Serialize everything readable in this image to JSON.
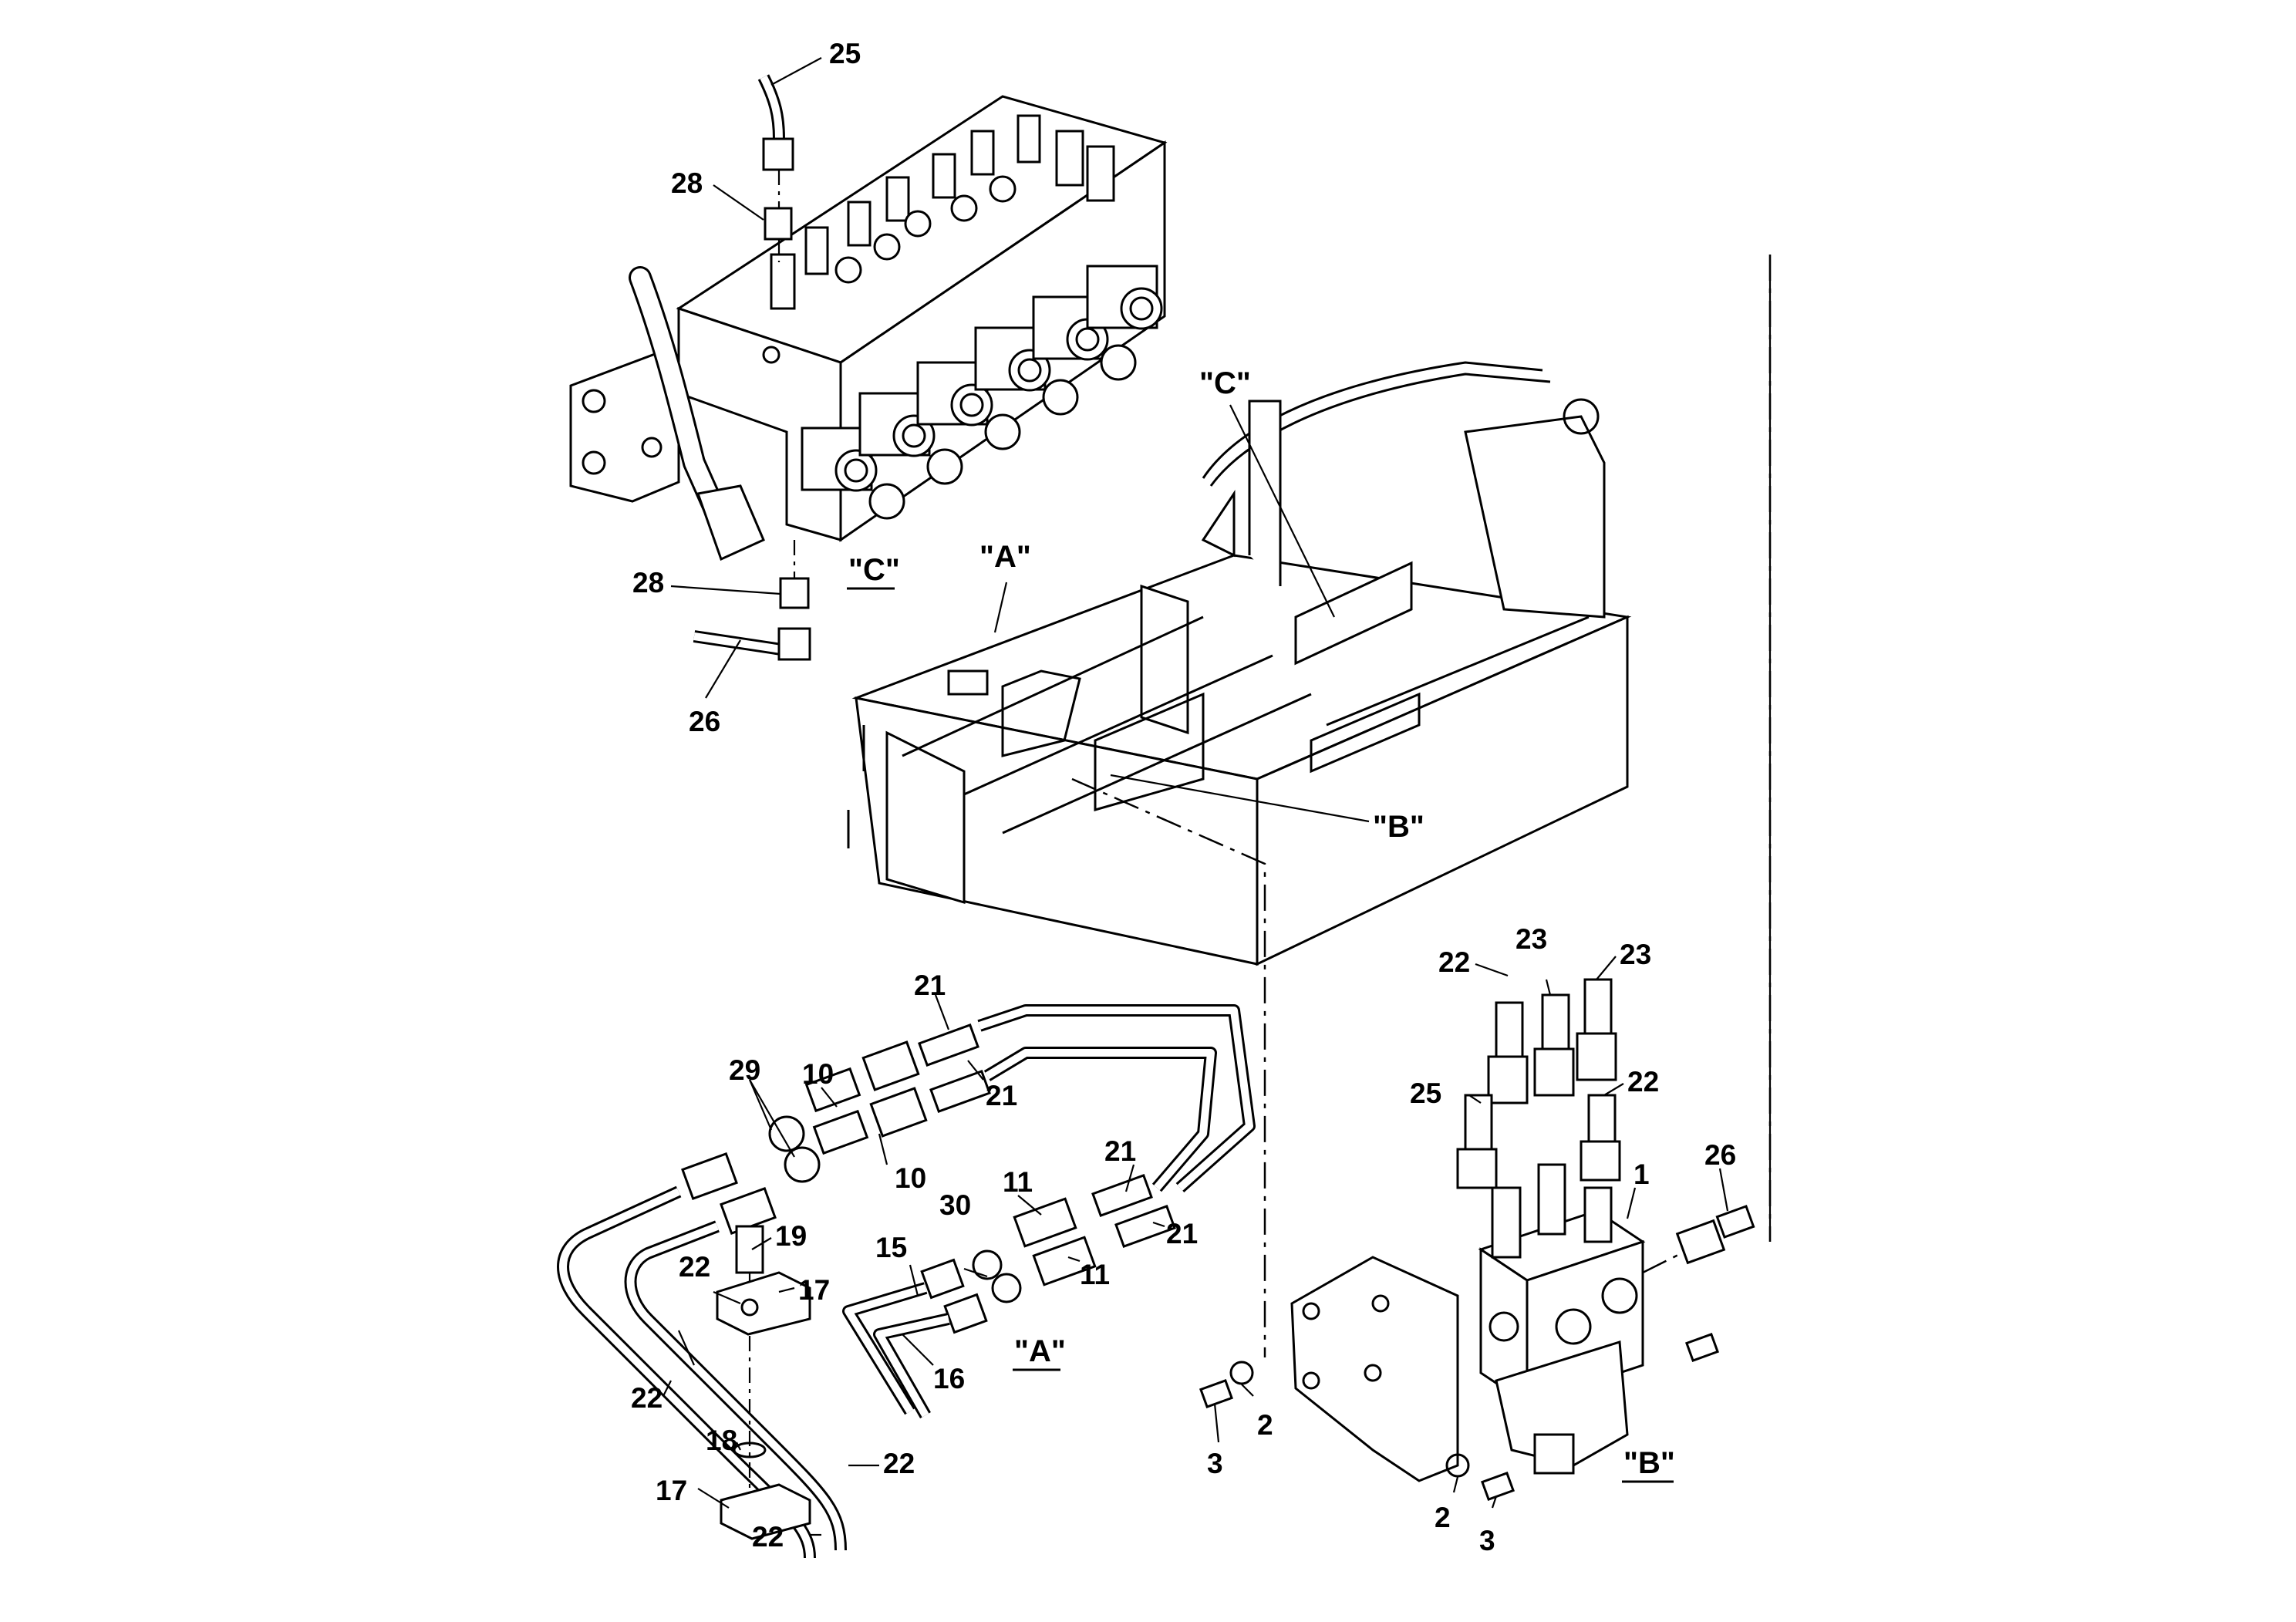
{
  "views": {
    "c_title": "\"C\"",
    "a_title": "\"A\"",
    "b_title": "\"B\"",
    "c_ref": "\"C\"",
    "a_ref": "\"A\"",
    "b_ref": "\"B\""
  },
  "callouts": {
    "c25": "25",
    "c28a": "28",
    "c28b": "28",
    "c26a": "26",
    "a21a": "21",
    "a21b": "21",
    "a21c": "21",
    "a21d": "21",
    "a29": "29",
    "a10a": "10",
    "a10b": "10",
    "a11a": "11",
    "a11b": "11",
    "a30": "30",
    "a15": "15",
    "a16": "16",
    "a19": "19",
    "a17a": "17",
    "a17b": "17",
    "a18": "18",
    "a22a": "22",
    "a22b": "22",
    "a22c": "22",
    "a22d": "22",
    "b22a": "22",
    "b22b": "22",
    "b23a": "23",
    "b23b": "23",
    "b25": "25",
    "b1": "1",
    "b26": "26",
    "b2a": "2",
    "b3a": "3",
    "b2b": "2",
    "b3b": "3"
  }
}
